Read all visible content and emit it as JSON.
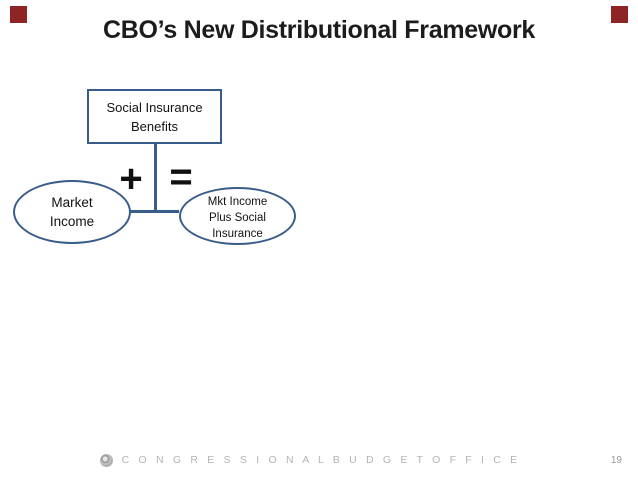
{
  "slide": {
    "title": "CBO’s New Distributional Framework",
    "page_number": "19"
  },
  "decorations": {
    "corner_marker_color": "#8e2424",
    "diagram_stroke_color": "#385D8A",
    "footer_text_color": "#b4b4b4"
  },
  "diagram": {
    "box_social_insurance": {
      "line1": "Social Insurance",
      "line2": "Benefits"
    },
    "operator_plus": "+",
    "operator_equals": "=",
    "ellipse_market_income": {
      "line1": "Market",
      "line2": "Income"
    },
    "ellipse_result": {
      "line1": "Mkt Income",
      "line2": "Plus Social",
      "line3": "Insurance"
    }
  },
  "footer": {
    "org_name": "C O N G R E S S I O N A L   B U D G E T   O F F I C E",
    "logo": "cbo-logo"
  }
}
